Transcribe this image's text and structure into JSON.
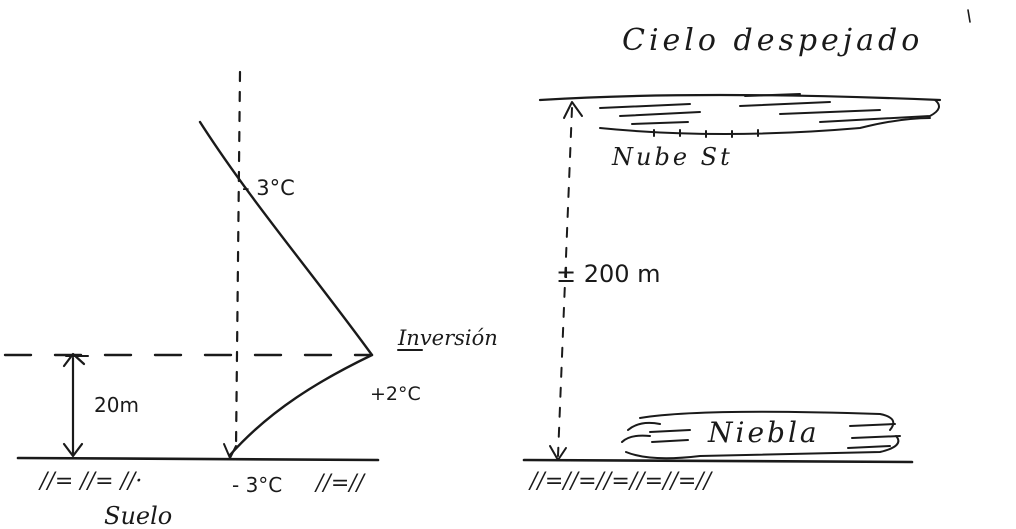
{
  "left_diagram": {
    "temp_top": "- 3°C",
    "inversion_label": "Inversión",
    "temp_inversion": "+2°C",
    "height_label": "20m",
    "temp_ground": "- 3°C",
    "ground_marks_left": "//= //= //·",
    "ground_marks_right": "//=//",
    "ground_label": "Suelo"
  },
  "right_diagram": {
    "sky_label": "Cielo despejado",
    "cloud_label": "Nube St",
    "height_label": "± 200 m",
    "fog_label": "Niebla",
    "ground_marks": "//=//=//=//=//=//"
  },
  "colors": {
    "ink": "#1a1a1a",
    "paper": "#ffffff"
  }
}
